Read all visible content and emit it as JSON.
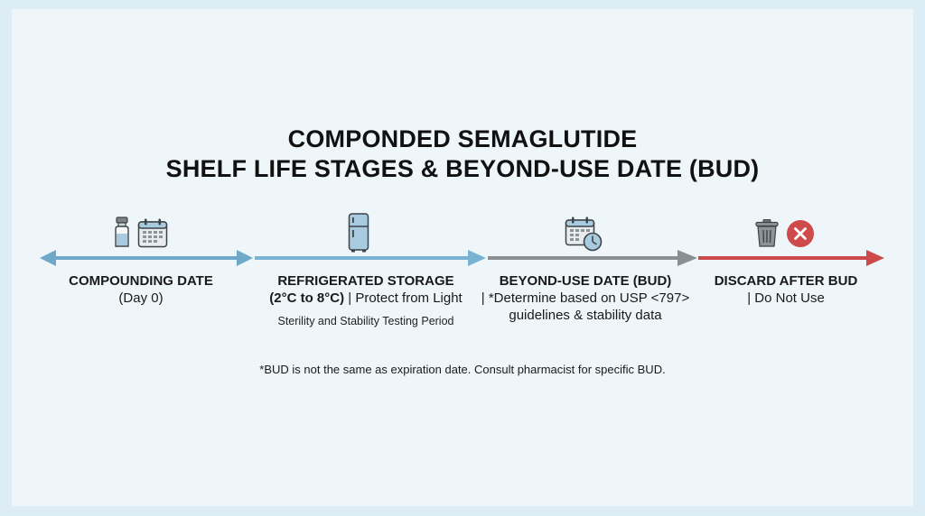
{
  "title": {
    "line1": "COMPONDED SEMAGLUTIDE",
    "line2": "SHELF LIFE STAGES & BEYOND-USE DATE (BUD)"
  },
  "stages": [
    {
      "id": "compounding",
      "title": "COMPOUNDING DATE",
      "sub": "(Day 0)",
      "icons": [
        "vial-icon",
        "calendar-icon"
      ],
      "arrow_color": "#6fa8c9"
    },
    {
      "id": "refrigerated",
      "title": "REFRIGERATED STORAGE",
      "sub_bold": "(2°C to 8°C)",
      "sub_rest": " | Protect from Light",
      "note": "Sterility and Stability Testing Period",
      "icons": [
        "refrigerator-icon"
      ],
      "arrow_color": "#7ab2d2"
    },
    {
      "id": "bud",
      "title": "BEYOND-USE DATE (BUD)",
      "sub": "| *Determine based on USP <797>",
      "sub2": "guidelines & stability data",
      "icons": [
        "calendar-clock-icon"
      ],
      "arrow_color": "#8a8f93"
    },
    {
      "id": "discard",
      "title": "DISCARD AFTER BUD",
      "sub": "| Do Not Use",
      "icons": [
        "trash-can-icon",
        "x-circle-icon"
      ],
      "arrow_color": "#cc4a4a"
    }
  ],
  "footnote": "*BUD is not the same as expiration date. Consult pharmacist for specific BUD.",
  "colors": {
    "background": "#dcedf5",
    "card": "#eef6fa",
    "blue_arrow": "#6fa8c9",
    "gray_arrow": "#8a8f93",
    "red_arrow": "#cc4a4a",
    "danger": "#cf4b4b"
  }
}
